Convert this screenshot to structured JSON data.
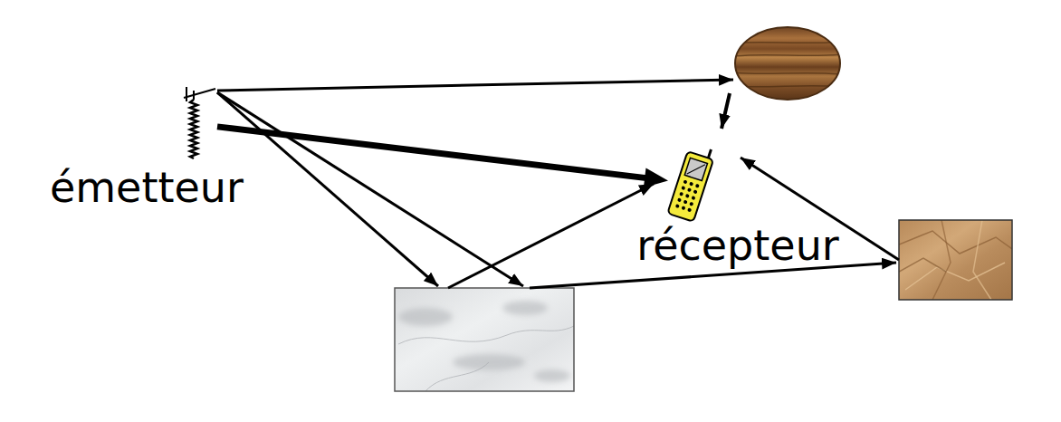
{
  "diagram": {
    "nodes": [
      {
        "text": [
          "émetteur"
        ]
      },
      {
        "text": [
          "récepteur"
        ]
      }
    ],
    "edges": [
      {
        "from": 0,
        "to": 1,
        "arrow": "to"
      }
    ]
  }
}
